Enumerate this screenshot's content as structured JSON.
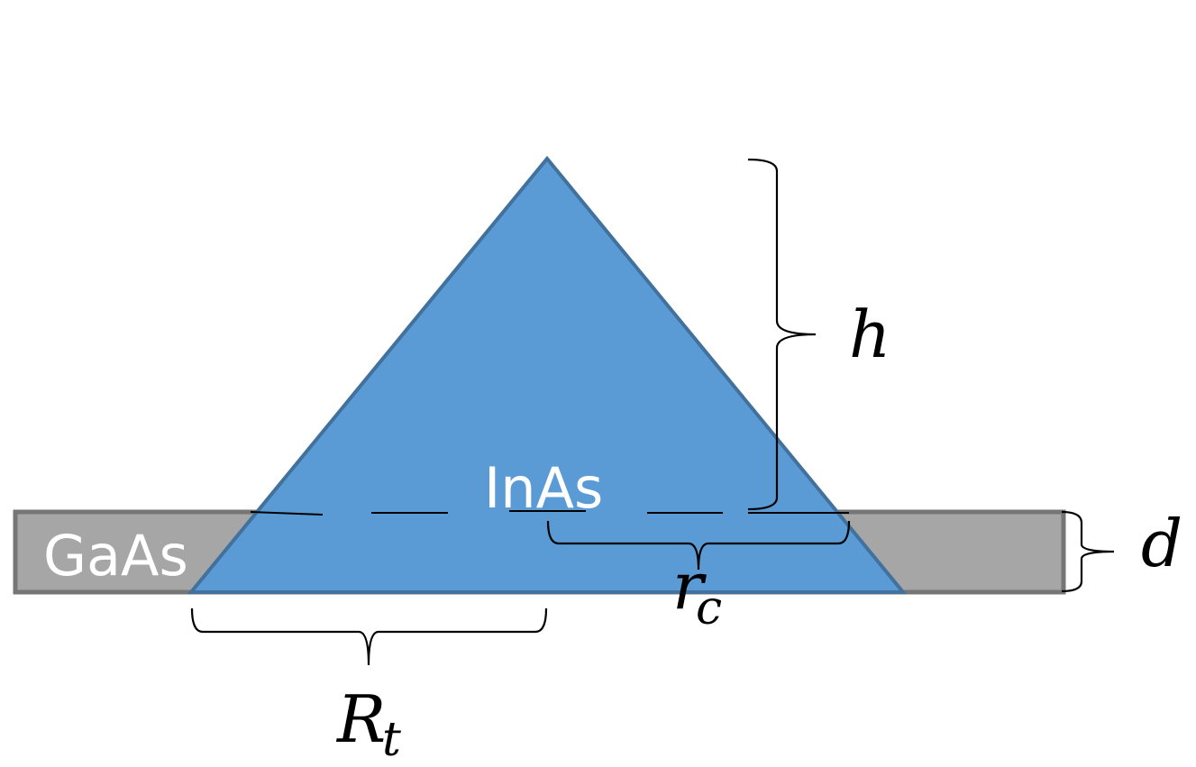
{
  "materials": {
    "substrate": "GaAs",
    "dot": "InAs"
  },
  "dimensions": {
    "height": "h",
    "wetting_layer": "d",
    "core_radius": "r",
    "core_radius_subscript": "c",
    "base_radius": "R",
    "base_radius_subscript": "t"
  },
  "colors": {
    "dot_fill": "#5b9bd5",
    "dot_stroke": "#41719c",
    "substrate_fill": "#a6a6a6",
    "substrate_stroke": "#767676",
    "text_on_fill": "#ffffff",
    "text": "#000000"
  }
}
